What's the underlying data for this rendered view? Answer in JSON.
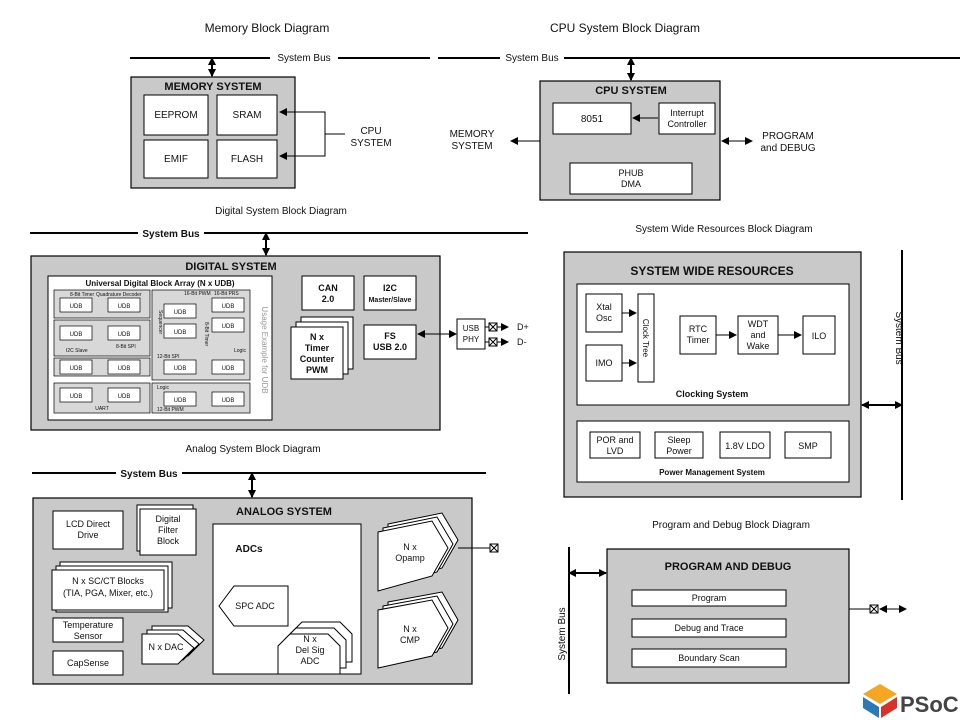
{
  "memory": {
    "title": "Memory Block Diagram",
    "bus": "System Bus",
    "system_title": "MEMORY SYSTEM",
    "eeprom": "EEPROM",
    "sram": "SRAM",
    "emif": "EMIF",
    "flash": "FLASH",
    "cpu_system": [
      "CPU",
      "SYSTEM"
    ]
  },
  "cpu": {
    "title": "CPU System Block Diagram",
    "bus": "System Bus",
    "system_title": "CPU SYSTEM",
    "core": "8051",
    "interrupt": [
      "Interrupt",
      "Controller"
    ],
    "phub": [
      "PHUB",
      "DMA"
    ],
    "memory_system": [
      "MEMORY",
      "SYSTEM"
    ],
    "program_debug": [
      "PROGRAM",
      "and DEBUG"
    ]
  },
  "digital": {
    "title": "Digital System Block Diagram",
    "bus": "System Bus",
    "system_title": "DIGITAL SYSTEM",
    "udb_array": "Universal Digital Block Array (N x UDB)",
    "usage": "Usage Example for UDB",
    "udb": "UDB",
    "labels": {
      "timer8": "8-Bit Timer",
      "quad": "Quadrature Decoder",
      "pwm16": "16-Bit PWM",
      "prs16": "16-Bit PRS",
      "spi8": "8-Bit SPI",
      "i2c_slave": "I2C Slave",
      "sequencer": "Sequencer",
      "timer8b": "8-Bit Timer",
      "logic": "Logic",
      "spi12": "12-Bit SPI",
      "uart": "UART",
      "logic2": "Logic",
      "pwm12": "12-Bit PWM"
    },
    "can": [
      "CAN",
      "2.0"
    ],
    "i2c": [
      "I2C",
      "Master/Slave"
    ],
    "timer": [
      "N x",
      "Timer",
      "Counter",
      "PWM"
    ],
    "usb": [
      "FS",
      "USB 2.0"
    ],
    "usb_phy": [
      "USB",
      "PHY"
    ],
    "d_plus": "D+",
    "d_minus": "D-"
  },
  "swr": {
    "title": "System Wide Resources Block Diagram",
    "system_title": "SYSTEM WIDE RESOURCES",
    "bus": "System Bus",
    "xtal": [
      "Xtal",
      "Osc"
    ],
    "imo": "IMO",
    "clock_tree": "Clock Tree",
    "rtc": [
      "RTC",
      "Timer"
    ],
    "wdt": [
      "WDT",
      "and",
      "Wake"
    ],
    "ilo": "ILO",
    "clocking": "Clocking System",
    "por": [
      "POR and",
      "LVD"
    ],
    "sleep": [
      "Sleep",
      "Power"
    ],
    "ldo": "1.8V LDO",
    "smp": "SMP",
    "pm": "Power Management System"
  },
  "analog": {
    "title": "Analog System Block Diagram",
    "bus": "System Bus",
    "system_title": "ANALOG SYSTEM",
    "lcd": [
      "LCD Direct",
      "Drive"
    ],
    "dfb": [
      "Digital",
      "Filter",
      "Block"
    ],
    "sc_ct": [
      "N x SC/CT Blocks",
      "(TIA, PGA, Mixer, etc.)"
    ],
    "temp": [
      "Temperature",
      "Sensor"
    ],
    "capsense": "CapSense",
    "dac": "N x DAC",
    "adcs": "ADCs",
    "spc_adc": "SPC ADC",
    "delsig": [
      "N x",
      "Del Sig",
      "ADC"
    ],
    "opamp": [
      "N x",
      "Opamp"
    ],
    "cmp": [
      "N x",
      "CMP"
    ]
  },
  "pd": {
    "title": "Program and Debug Block Diagram",
    "bus": "System Bus",
    "system_title": "PROGRAM AND DEBUG",
    "program": "Program",
    "debug": "Debug and Trace",
    "boundary": "Boundary Scan"
  },
  "logo": "PSoC"
}
